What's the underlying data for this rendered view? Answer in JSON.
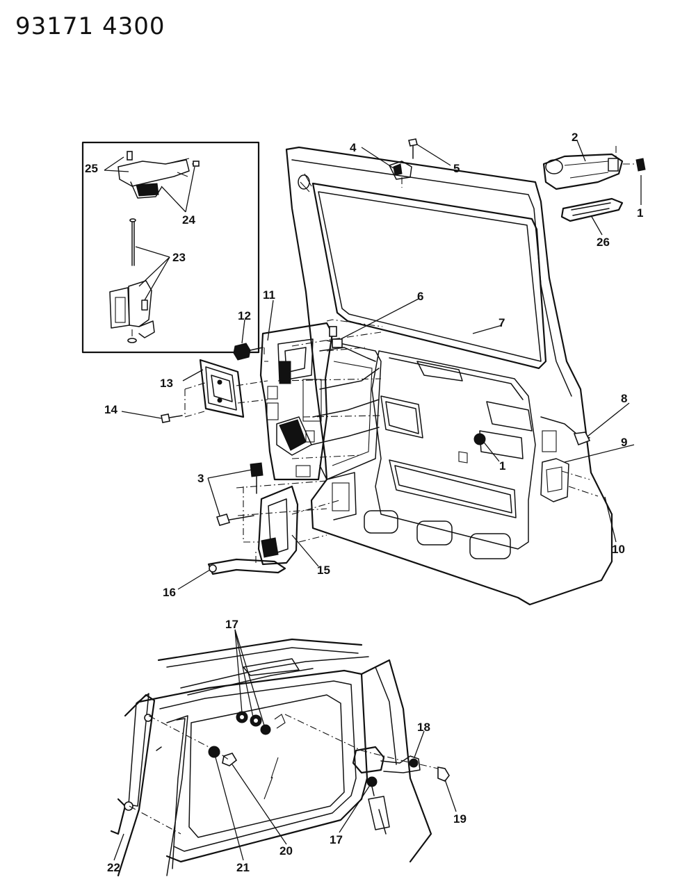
{
  "diagram_number": "93171 4300",
  "callouts": {
    "c1a": "1",
    "c1b": "1",
    "c2": "2",
    "c3": "3",
    "c4": "4",
    "c5": "5",
    "c6": "6",
    "c7": "7",
    "c8": "8",
    "c9": "9",
    "c10": "10",
    "c11": "11",
    "c12": "12",
    "c13": "13",
    "c14": "14",
    "c15": "15",
    "c16": "16",
    "c17a": "17",
    "c17b": "17",
    "c18": "18",
    "c19": "19",
    "c20": "20",
    "c21": "21",
    "c22": "22",
    "c23": "23",
    "c24": "24",
    "c25": "25",
    "c26": "26"
  }
}
